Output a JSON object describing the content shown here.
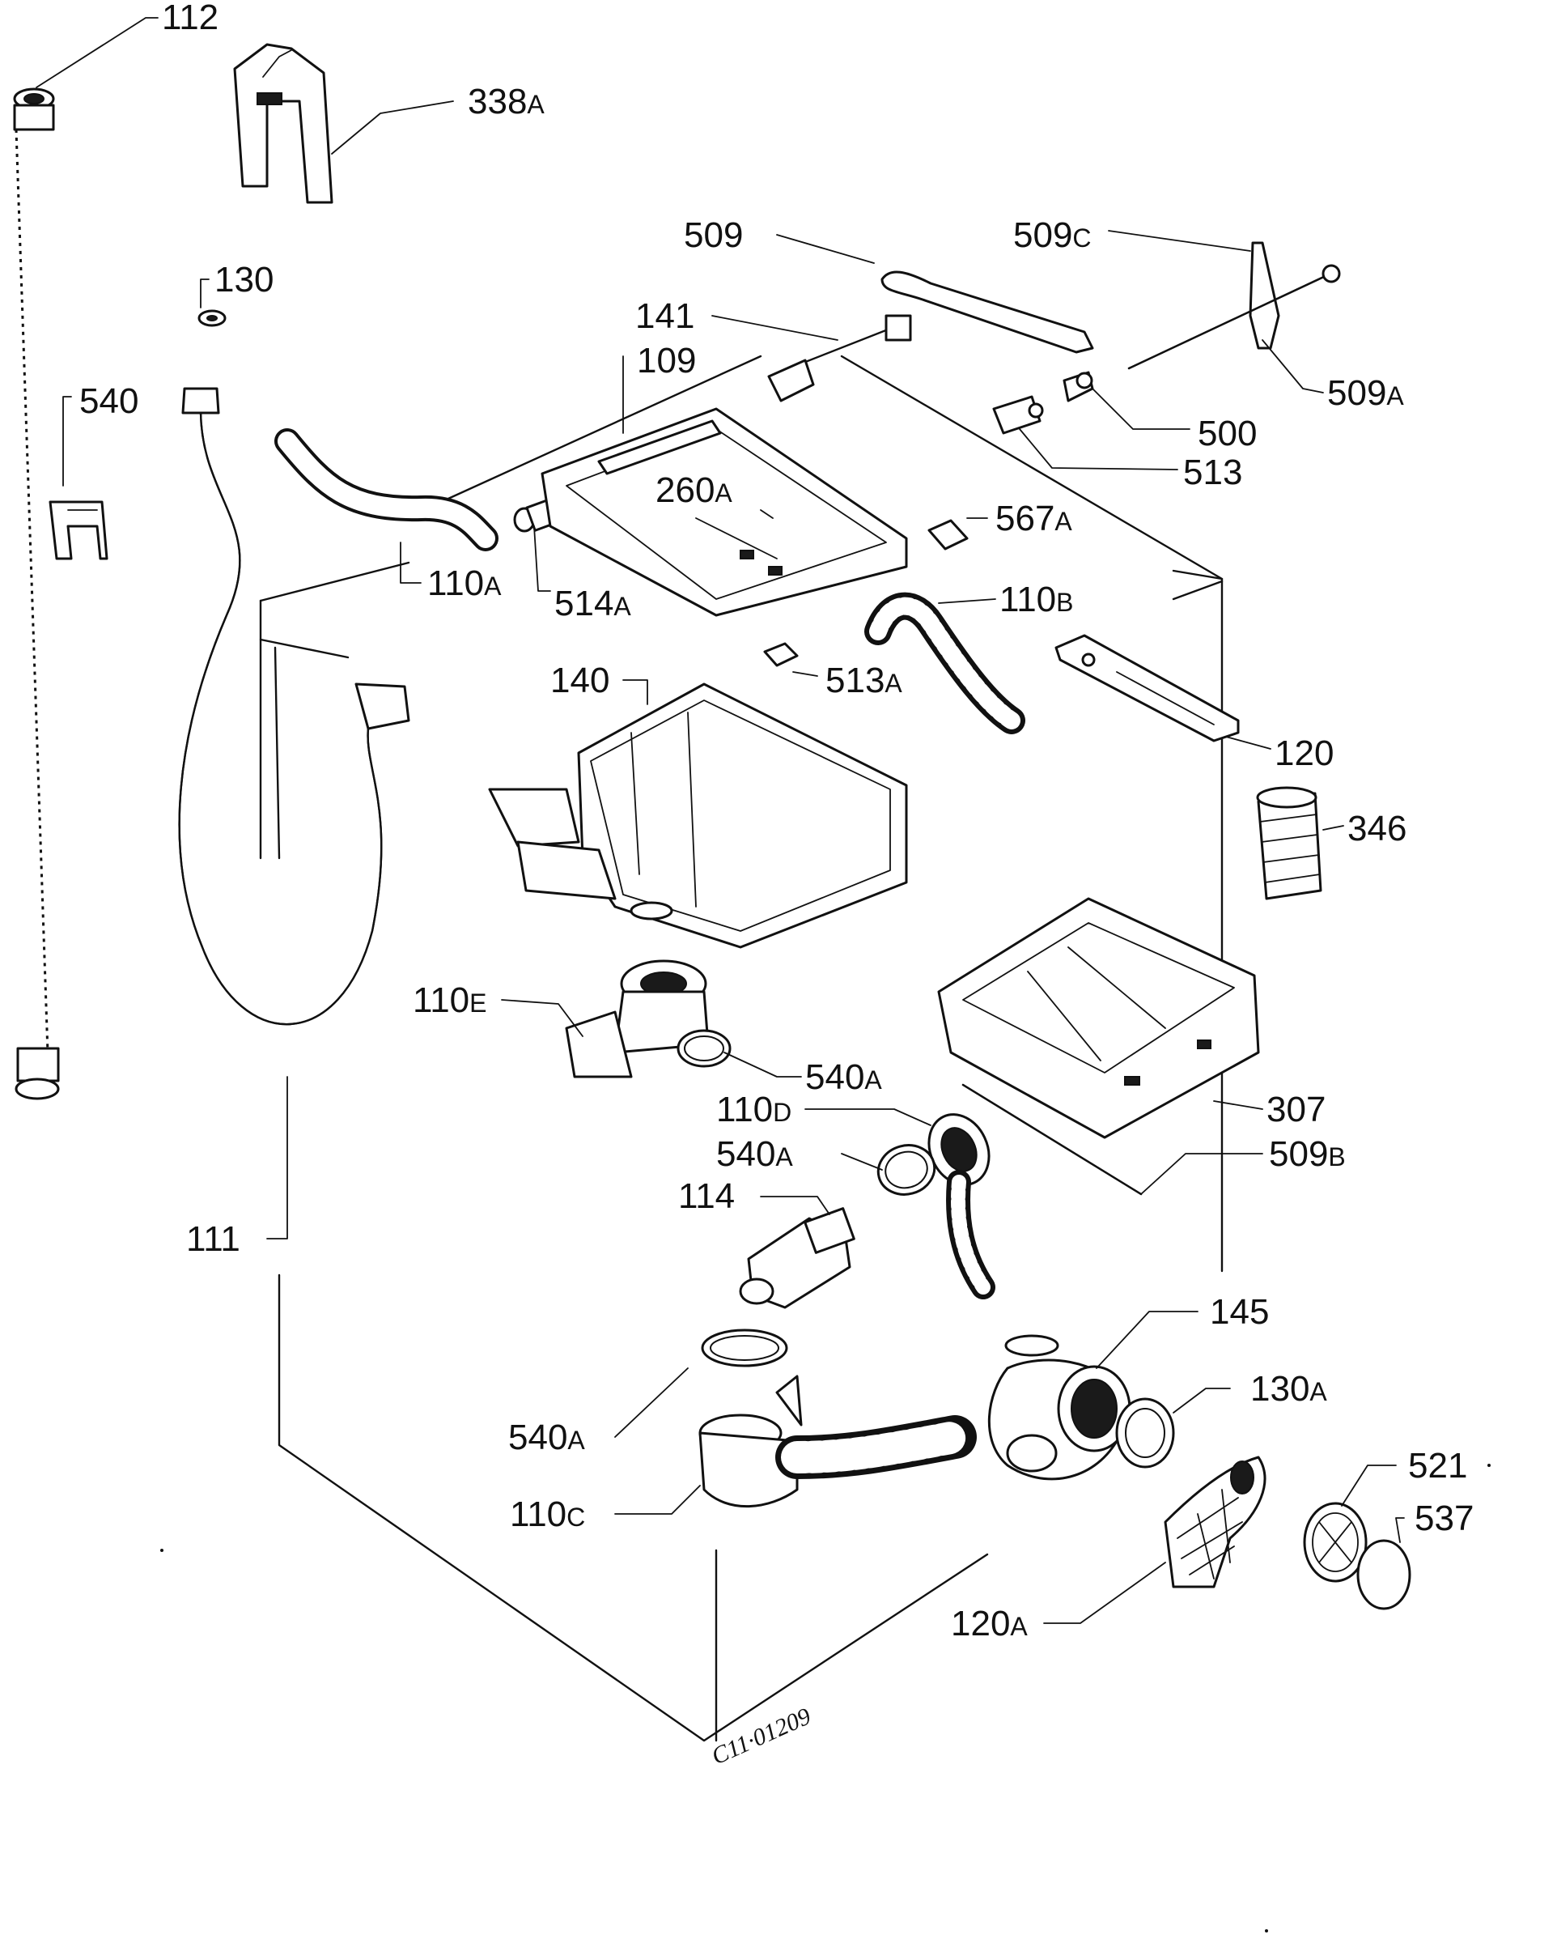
{
  "labels": {
    "l112": {
      "num": "112",
      "suf": ""
    },
    "l338a": {
      "num": "338",
      "suf": "A"
    },
    "l509": {
      "num": "509",
      "suf": ""
    },
    "l509c": {
      "num": "509",
      "suf": "C"
    },
    "l130": {
      "num": "130",
      "suf": ""
    },
    "l141": {
      "num": "141",
      "suf": ""
    },
    "l109": {
      "num": "109",
      "suf": ""
    },
    "l540": {
      "num": "540",
      "suf": ""
    },
    "l509a": {
      "num": "509",
      "suf": "A"
    },
    "l500": {
      "num": "500",
      "suf": ""
    },
    "l260a": {
      "num": "260",
      "suf": "A"
    },
    "l513": {
      "num": "513",
      "suf": ""
    },
    "l567a": {
      "num": "567",
      "suf": "A"
    },
    "l110a": {
      "num": "110",
      "suf": "A"
    },
    "l514a": {
      "num": "514",
      "suf": "A"
    },
    "l110b": {
      "num": "110",
      "suf": "B"
    },
    "l140": {
      "num": "140",
      "suf": ""
    },
    "l513a": {
      "num": "513",
      "suf": "A"
    },
    "l120": {
      "num": "120",
      "suf": ""
    },
    "l346": {
      "num": "346",
      "suf": ""
    },
    "l110e": {
      "num": "110",
      "suf": "E"
    },
    "l540a1": {
      "num": "540",
      "suf": "A"
    },
    "l110d": {
      "num": "110",
      "suf": "D"
    },
    "l307": {
      "num": "307",
      "suf": ""
    },
    "l540a2": {
      "num": "540",
      "suf": "A"
    },
    "l509b": {
      "num": "509",
      "suf": "B"
    },
    "l114": {
      "num": "114",
      "suf": ""
    },
    "l111": {
      "num": "111",
      "suf": ""
    },
    "l145": {
      "num": "145",
      "suf": ""
    },
    "l130a": {
      "num": "130",
      "suf": "A"
    },
    "l540a3": {
      "num": "540",
      "suf": "A"
    },
    "l521": {
      "num": "521",
      "suf": ""
    },
    "l537": {
      "num": "537",
      "suf": ""
    },
    "l110c": {
      "num": "110",
      "suf": "C"
    },
    "l120a": {
      "num": "120",
      "suf": "A"
    }
  },
  "drawing_code": "C11·01209"
}
